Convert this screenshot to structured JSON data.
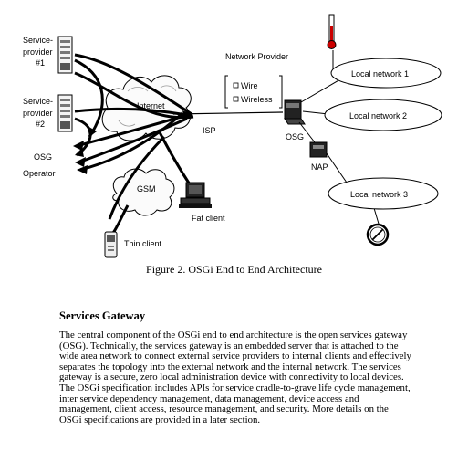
{
  "diagram": {
    "labels": {
      "provider1": [
        "Service-",
        "provider",
        "#1"
      ],
      "provider2": [
        "Service-",
        "provider",
        "#2"
      ],
      "osg_operator": [
        "OSG",
        "Operator"
      ],
      "internet": "Internet",
      "isp": "ISP",
      "gsm": "GSM",
      "fat_client": "Fat client",
      "thin_client": "Thin client",
      "network_provider": "Network Provider",
      "wire": "Wire",
      "wireless": "Wireless",
      "osg": "OSG",
      "nap": "NAP",
      "local_network_1": "Local network 1",
      "local_network_2": "Local network 2",
      "local_network_3": "Local network 3"
    }
  },
  "caption": "Figure 2.  OSGi End to End Architecture",
  "section": {
    "heading": "Services Gateway",
    "lines": [
      "The central component of the OSGi end to end architecture is the open services gateway",
      "(OSG).  Technically, the services gateway is an embedded server that is attached to the",
      "wide area network to connect external service providers to internal clients and effectively",
      "separates the topology into the external network and the internal network. The services",
      "gateway is a secure, zero local administration device with connectivity to local devices.",
      "The OSGi specification includes APIs for service cradle-to-grave life cycle management,",
      "inter service dependency management, data management, device access and",
      "management, client access, resource management, and security.  More details on the",
      "OSGi specifications are provided in a later section."
    ]
  }
}
